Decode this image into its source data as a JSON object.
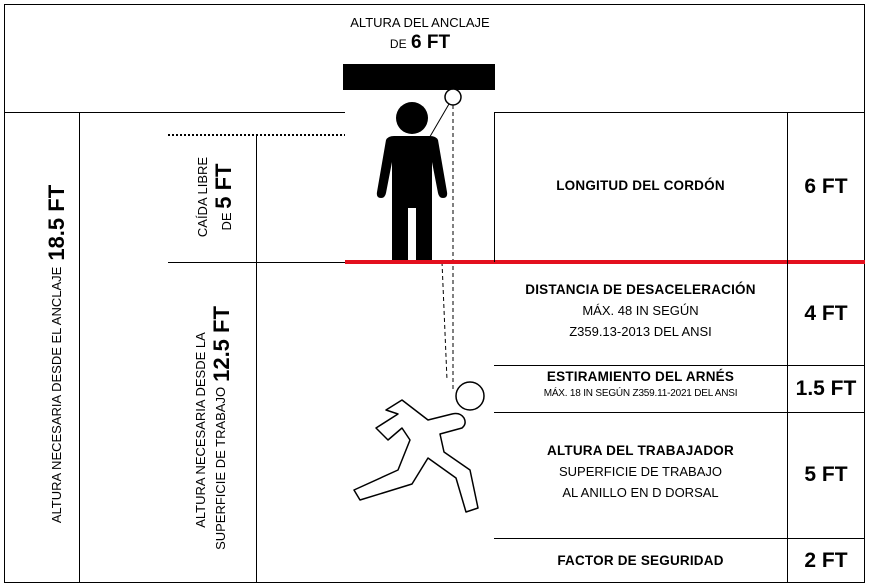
{
  "anchor": {
    "title_line1": "ALTURA DEL ANCLAJE",
    "title_prefix": "DE",
    "title_value": "6 FT"
  },
  "left_column": {
    "label": "ALTURA NECESARIA DESDE EL ANCLAJE",
    "value": "18.5 FT"
  },
  "free_fall": {
    "label_line1": "CAÍDA LIBRE",
    "label_prefix": "DE",
    "value": "5 FT"
  },
  "work_surface": {
    "label_line1": "ALTURA NECESARIA DESDE LA",
    "label_line2": "SUPERFICIE DE TRABAJO",
    "value": "12.5 FT"
  },
  "rows": [
    {
      "title": "LONGITUD DEL CORDÓN",
      "lines": [],
      "value": "6 FT"
    },
    {
      "title": "DISTANCIA DE DESACELERACIÓN",
      "lines": [
        "MÁX. 48 IN SEGÚN",
        "Z359.13-2013 DEL ANSI"
      ],
      "value": "4 FT"
    },
    {
      "title": "ESTIRAMIENTO DEL ARNÉS",
      "lines": [
        "MÁX. 18 IN SEGÚN Z359.11-2021 DEL ANSI"
      ],
      "value": "1.5 FT"
    },
    {
      "title": "ALTURA DEL TRABAJADOR",
      "lines": [
        "SUPERFICIE DE TRABAJO",
        "AL ANILLO EN D DORSAL"
      ],
      "value": "5 FT"
    },
    {
      "title": "FACTOR DE SEGURIDAD",
      "lines": [],
      "value": "2 FT"
    }
  ],
  "colors": {
    "work_surface_line": "#e3101e",
    "ink": "#000000"
  },
  "icons": [
    "standing-worker-icon",
    "falling-worker-icon",
    "anchor-ring-icon"
  ]
}
